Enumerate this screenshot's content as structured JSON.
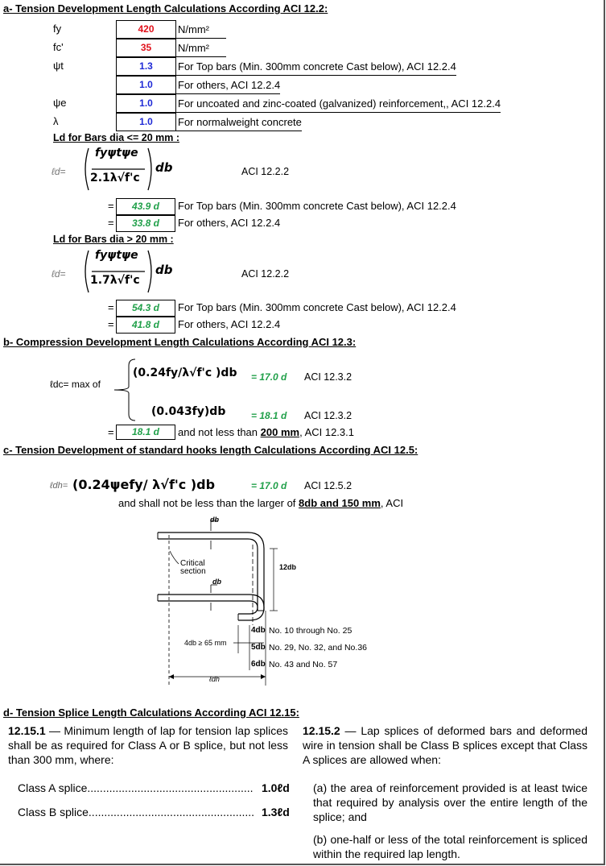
{
  "section_a": {
    "title": "a- Tension Development Length Calculations According ACI 12.2:",
    "rows": [
      {
        "sym": "fy",
        "val": "420",
        "desc": "N/mm²"
      },
      {
        "sym": "fc'",
        "val": "35",
        "desc": "N/mm²"
      },
      {
        "sym": "ψt",
        "val": "1.3",
        "desc": "For Top bars (Min. 300mm concrete Cast below), ACI 12.2.4"
      },
      {
        "sym": "",
        "val": "1.0",
        "desc": "For others, ACI 12.2.4"
      },
      {
        "sym": "ψe",
        "val": "1.0",
        "desc": "For uncoated and zinc-coated (galvanized) reinforcement,, ACI 12.2.4"
      },
      {
        "sym": "λ",
        "val": "1.0",
        "desc": "For normalweight concrete"
      }
    ],
    "small": {
      "title": "Ld for Bars dia <= 20 mm :",
      "ld": "ℓd=",
      "formula_num": "fyψtψe",
      "formula_den": "2.1λ√f'c",
      "db": "db",
      "ref": "ACI 12.2.2",
      "results": [
        {
          "eq": "=",
          "val": "43.9 d",
          "desc": "For Top bars (Min. 300mm concrete Cast below), ACI 12.2.4"
        },
        {
          "eq": "=",
          "val": "33.8 d",
          "desc": "For others, ACI 12.2.4"
        }
      ]
    },
    "large": {
      "title": "Ld for Bars dia > 20 mm :",
      "ld": "ℓd=",
      "formula_num": "fyψtψe",
      "formula_den": "1.7λ√f'c",
      "db": "db",
      "ref": "ACI 12.2.2",
      "results": [
        {
          "eq": "=",
          "val": "54.3 d",
          "desc": "For Top bars (Min. 300mm concrete Cast below), ACI 12.2.4"
        },
        {
          "eq": "=",
          "val": "41.8 d",
          "desc": "For others, ACI 12.2.4"
        }
      ]
    }
  },
  "section_b": {
    "title": "b- Compression Development Length Calculations According ACI 12.3:",
    "ldc_label": "ℓdc= max of",
    "f1": "(0.24fy/λ√f'c )db",
    "f1_val": "= 17.0 d",
    "f1_ref": "ACI 12.3.2",
    "f2": "(0.043fy)db",
    "f2_val": "= 18.1 d",
    "f2_ref": "ACI 12.3.2",
    "res_eq": "=",
    "res_val": "18.1 d",
    "res_pre": "and not less than ",
    "res_bold": "200 mm",
    "res_post": ", ACI 12.3.1"
  },
  "section_c": {
    "title": "c- Tension Development of standard hooks length Calculations According ACI 12.5:",
    "ldh_label": "ℓdh=",
    "formula": "(0.24ψefy/ λ√f'c )db",
    "val": "= 17.0 d",
    "ref": "ACI 12.5.2",
    "note_pre": "and shall not be less than the larger of ",
    "note_bold": "8db and 150 mm",
    "note_post": ", ACI",
    "diagram": {
      "db_top": "db",
      "db_mid": "db",
      "critical": "Critical",
      "section": "section",
      "twelve": "12db",
      "four": "4db ≥ 65 mm",
      "ldh": "ℓdh",
      "notes": [
        {
          "d": "4db",
          "t": "No. 10 through No. 25"
        },
        {
          "d": "5db",
          "t": "No. 29, No. 32, and No.36"
        },
        {
          "d": "6db",
          "t": "No. 43 and No. 57"
        }
      ]
    }
  },
  "section_d": {
    "title": "d- Tension Splice Length Calculations According ACI 12.15:",
    "left_num": "12.15.1",
    "left_text": " — Minimum length of lap for tension lap splices shall be as required for Class A or B splice, but not less than 300 mm, where:",
    "classA": "Class A splice.....................................................",
    "classA_val": "1.0ℓd",
    "classB": "Class B splice.....................................................",
    "classB_val": "1.3ℓd",
    "right_num": "12.15.2",
    "right_text": " — Lap splices of deformed bars and deformed wire in tension shall be Class B splices except that Class A splices are allowed when:",
    "item_a": "(a) the area of reinforcement provided is at least twice that required by analysis over the entire length of the splice; and",
    "item_b": "(b) one-half or less of the total reinforcement is spliced within the required lap length."
  }
}
